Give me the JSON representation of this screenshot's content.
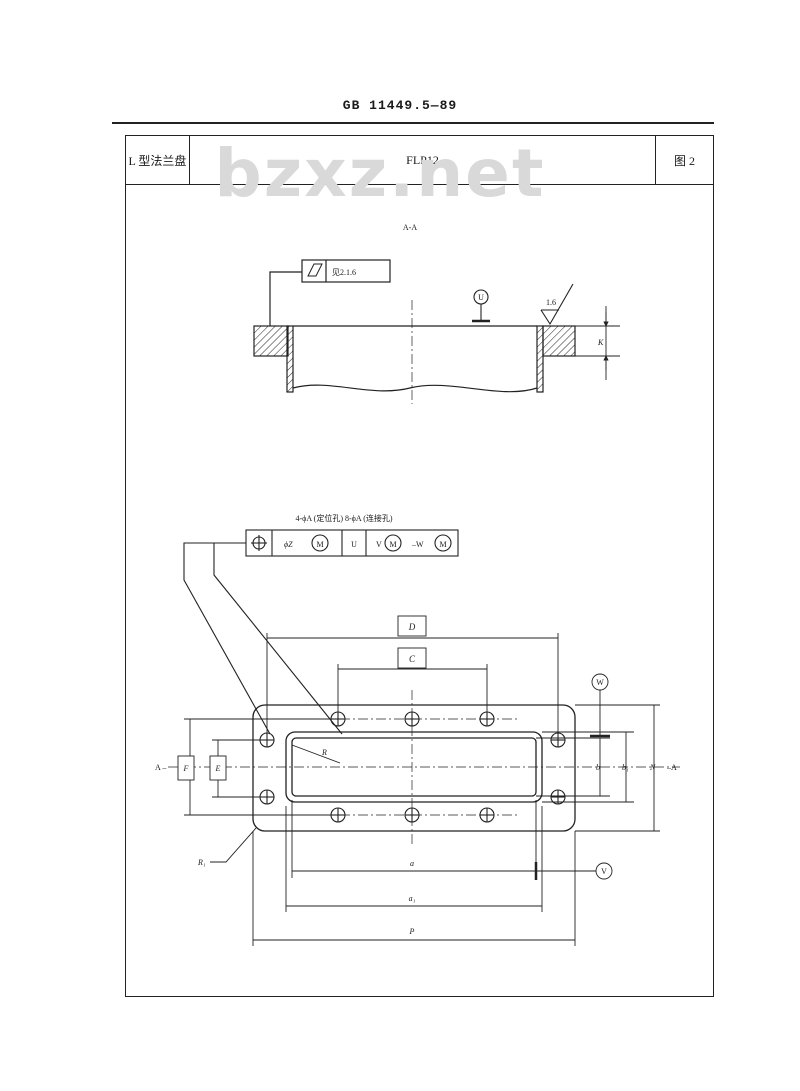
{
  "header": {
    "standard_number": "GB 11449.5—89"
  },
  "title_block": {
    "flange_type": "L 型法兰盘",
    "model": "FLP12",
    "figure": "图 2"
  },
  "watermark": "bzxz.net",
  "section_view": {
    "label": "A-A",
    "flatness_ref": "见2.1.6",
    "datum_u": "U",
    "roughness": "1.6",
    "thickness_dim": "K"
  },
  "plan_view": {
    "hole_note": "4-ϕA (定位孔)    8-ϕA (连接孔)",
    "tol_position_zone": "ϕZ",
    "tol_m": "M",
    "tol_datum_u": "U",
    "tol_datum_v": "V",
    "tol_datum_w": "–W",
    "dims": {
      "D": "D",
      "C": "C",
      "F": "F",
      "E": "E",
      "R": "R",
      "R1": "R₁",
      "a": "a",
      "a1": "a₁",
      "P": "P",
      "b": "b",
      "b1": "b₁",
      "N": "N"
    },
    "datum_w": "W",
    "datum_v": "V",
    "section_left": "A –",
    "section_right": "–A"
  }
}
